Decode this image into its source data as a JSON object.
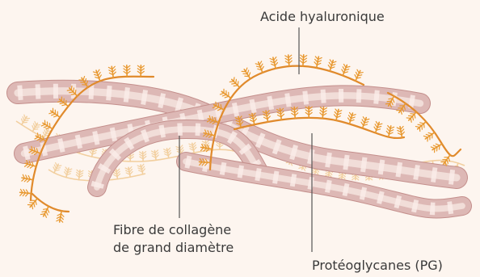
{
  "labels": {
    "hyaluronic_acid": "Acide hyaluronique",
    "collagen_line1": "Fibre de collagène",
    "collagen_line2": "de grand diamètre",
    "proteoglycans": "Protéoglycanes (PG)"
  },
  "colors": {
    "background": "#fdf5ef",
    "collagen_fiber": "#ddb8b5",
    "collagen_fiber_light": "#f3e1dc",
    "collagen_outline": "#c48f8c",
    "collagen_band": "#fbeeea",
    "hyaluronic_strand": "#e08a2c",
    "proteoglycan_bristle": "#e8982f",
    "proteoglycan_faded": "#f2cf9f",
    "leader_line": "#555555",
    "text": "#3a3a3a"
  }
}
